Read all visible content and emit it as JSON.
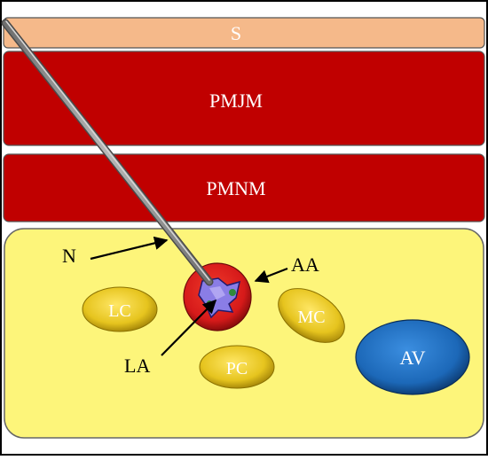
{
  "diagram": {
    "layers": {
      "skin": "S",
      "pectoralis_major": "PMJM",
      "pectoralis_minor": "PMNM"
    },
    "structures": {
      "lateral_cord": "LC",
      "medial_cord": "MC",
      "posterior_cord": "PC",
      "axillary_vein": "AV",
      "axillary_artery": "AA"
    },
    "callouts": {
      "needle": "N",
      "axillary_artery": "AA",
      "local_anesthetic": "LA"
    },
    "colors": {
      "skin": "#f5b98a",
      "muscle": "#c00000",
      "fat": "#fdf57a",
      "cord": "#e8c51f",
      "vein": "#1f6fc0",
      "artery": "#d81d1d",
      "anesthetic": "#8a7de6",
      "needle": "#9a9a9a"
    }
  }
}
